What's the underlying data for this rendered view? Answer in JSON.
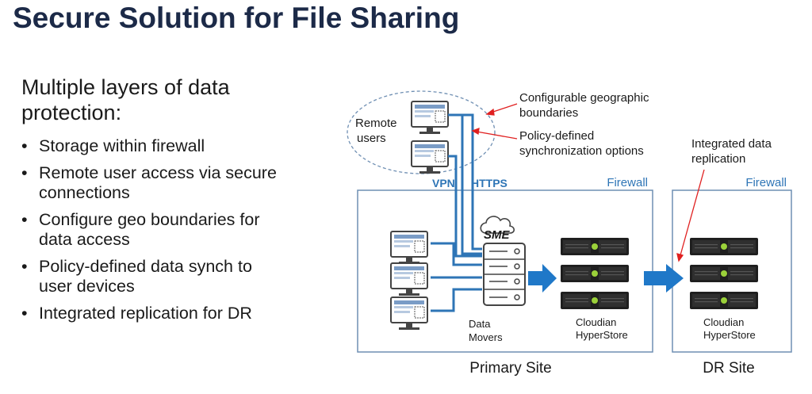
{
  "slide": {
    "title": "Secure Solution for File Sharing",
    "lead": "Multiple layers of data protection:",
    "bullets": [
      "Storage within firewall",
      "Remote user access via secure connections",
      "Configure geo boundaries for data access",
      "Policy-defined data synch to user devices",
      "Integrated replication for DR"
    ]
  },
  "diagram": {
    "remote_users": [
      "Remote",
      "users"
    ],
    "vpn": "VPN",
    "https": "HTTPS",
    "callout_geo": [
      "Configurable geographic",
      "boundaries"
    ],
    "callout_policy": [
      "Policy-defined",
      "synchronization options"
    ],
    "callout_replication": [
      "Integrated data",
      "replication"
    ],
    "firewall_primary": "Firewall",
    "firewall_dr": "Firewall",
    "sme": "SME",
    "data_movers": [
      "Data",
      "Movers"
    ],
    "hyperstore_primary": [
      "Cloudian",
      "HyperStore"
    ],
    "hyperstore_dr": [
      "Cloudian",
      "HyperStore"
    ],
    "primary_site": "Primary Site",
    "dr_site": "DR Site",
    "colors": {
      "line_blue": "#2e75b6",
      "arrow_blue": "#1f78c8",
      "callout_red": "#e02020",
      "frame": "#6f8fb3",
      "title": "#1c2a48"
    }
  }
}
